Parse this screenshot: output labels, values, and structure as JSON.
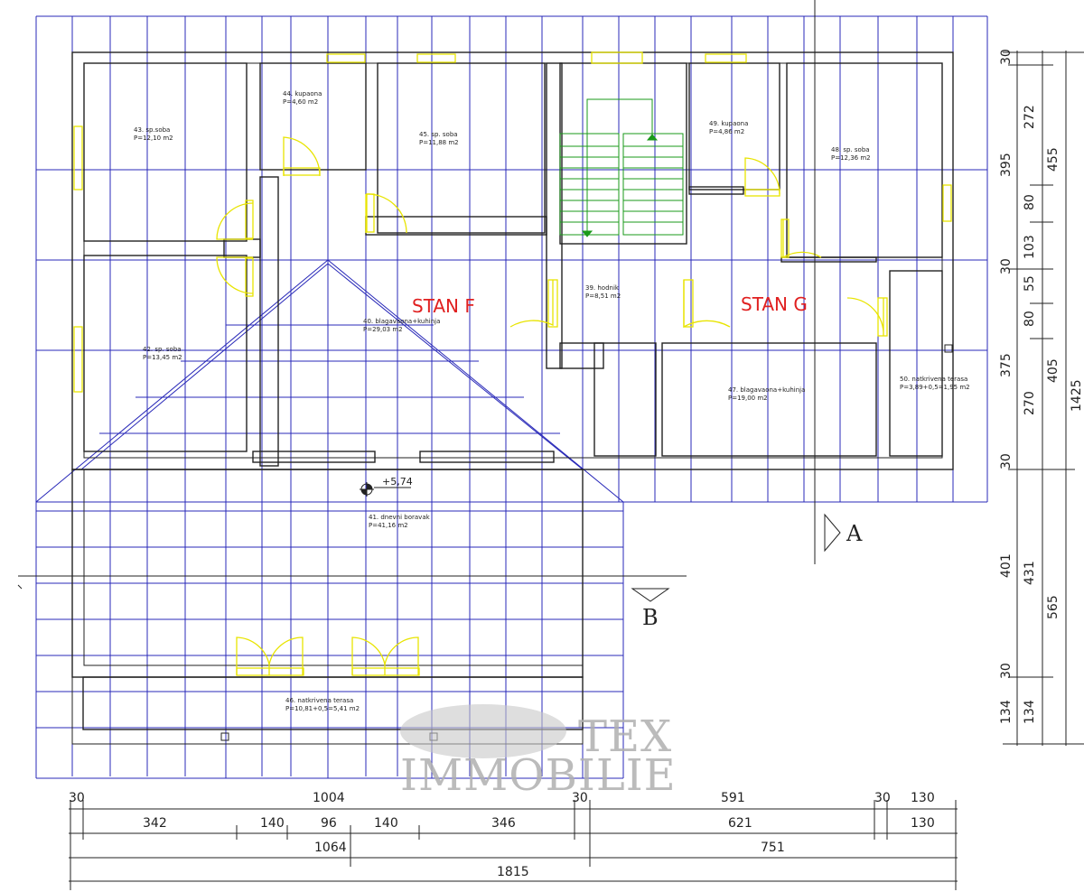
{
  "apartments": {
    "f": "STAN F",
    "g": "STAN G"
  },
  "rooms": {
    "r43": {
      "name": "43. sp.soba",
      "area": "P=12,10 m2"
    },
    "r44": {
      "name": "44. kupaona",
      "area": "P=4,60 m2"
    },
    "r45": {
      "name": "45. sp. soba",
      "area": "P=11,88 m2"
    },
    "r49": {
      "name": "49. kupaona",
      "area": "P=4,86 m2"
    },
    "r48": {
      "name": "48. sp. soba",
      "area": "P=12,36 m2"
    },
    "r39": {
      "name": "39. hodnik",
      "area": "P=8,51 m2"
    },
    "r40": {
      "name": "40. blagavaona+kuhinja",
      "area": "P=29,03 m2"
    },
    "r42": {
      "name": "42. sp. soba",
      "area": "P=13,45 m2"
    },
    "r47": {
      "name": "47. blagavaona+kuhinja",
      "area": "P=19,00 m2"
    },
    "r50": {
      "name": "50. natkrivena terasa",
      "area": "P=3,89+0,5=1,95 m2"
    },
    "r41": {
      "name": "41. dnevni boravak",
      "area": "P=41,16 m2"
    },
    "r46": {
      "name": "46. natkrivena terasa",
      "area": "P=10,81+0,5=5,41 m2"
    }
  },
  "elevation": "+5,74",
  "sections": {
    "a": "A",
    "b": "B"
  },
  "dims_bottom": {
    "row1": [
      "30",
      "1004",
      "30",
      "591",
      "30",
      "130"
    ],
    "row2": [
      "342",
      "140",
      "96",
      "140",
      "346",
      "621",
      "130"
    ],
    "row3": [
      "1064",
      "751"
    ],
    "row4": "1815"
  },
  "dims_right": {
    "col1": [
      "30",
      "395",
      "30",
      "375",
      "30",
      "401",
      "30",
      "134"
    ],
    "col2": [
      "272",
      "80",
      "103",
      "55",
      "80",
      "270",
      "431",
      "134"
    ],
    "col3": [
      "455",
      "405",
      "565"
    ],
    "col4": "1425"
  },
  "watermark": {
    "line1": "TEX",
    "line2": "IMMOBILIE"
  },
  "colors": {
    "walls": "#222222",
    "grid": "#2020b0",
    "openings": "#e8e800",
    "stairs": "#1a9a1a",
    "apartment_label": "#e02020"
  }
}
